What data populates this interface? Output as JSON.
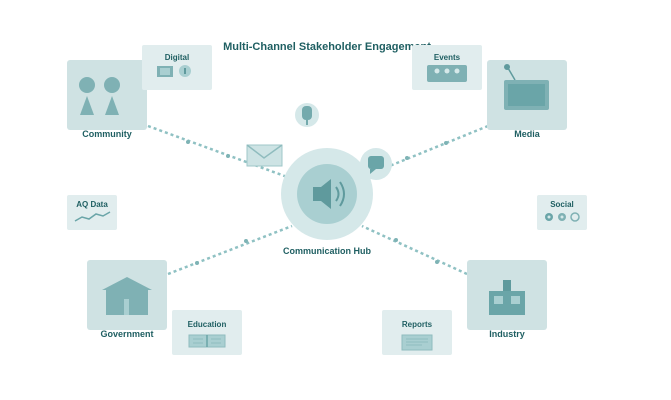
{
  "title": "Multi-Channel Stakeholder Engagement",
  "hub": {
    "label": "Communication Hub"
  },
  "stakeholders": {
    "community": "Community",
    "media": "Media",
    "government": "Government",
    "industry": "Industry"
  },
  "channels": {
    "digital": "Digital",
    "events": "Events",
    "aq_data": "AQ Data",
    "social": "Social",
    "education": "Education",
    "reports": "Reports"
  },
  "icons": {
    "hub": "speaker-icon",
    "community": "people-icon",
    "media": "radio-icon",
    "government": "building-icon",
    "industry": "factory-icon",
    "digital": "devices-icon",
    "events": "calendar-icon",
    "aq_data": "line-graph-icon",
    "social": "social-dots-icon",
    "education": "book-icon",
    "reports": "document-icon",
    "email": "envelope-icon",
    "phone": "phone-icon",
    "chat": "chat-bubble-icon"
  },
  "colors": {
    "accent": "#2a7a7d",
    "panel": "#d0e4e5",
    "panel_light": "#e4eeef",
    "icon": "#6aa5a8",
    "icon_dark": "#4f8f92",
    "connector": "#8fc1c3"
  }
}
